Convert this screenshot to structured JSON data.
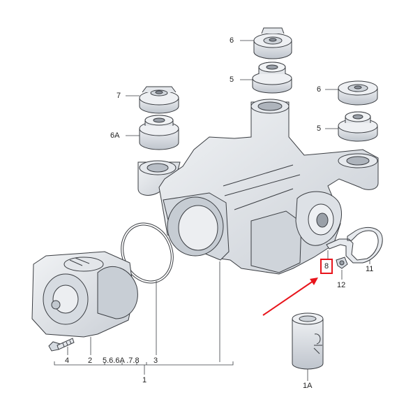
{
  "diagram": {
    "labels": {
      "part_6_top": "6",
      "part_5_top": "5",
      "part_7": "7",
      "part_6a": "6A",
      "part_6_right": "6",
      "part_5_right": "5",
      "part_8": "8",
      "part_11": "11",
      "part_12": "12",
      "part_4": "4",
      "part_2": "2",
      "part_group": "5.6.6A .7.8",
      "part_3": "3",
      "part_1": "1",
      "part_1a": "1A"
    },
    "highlight_color": "#e8141b",
    "part_fill": "#dfe3e8",
    "line_color": "#3a3d42"
  }
}
